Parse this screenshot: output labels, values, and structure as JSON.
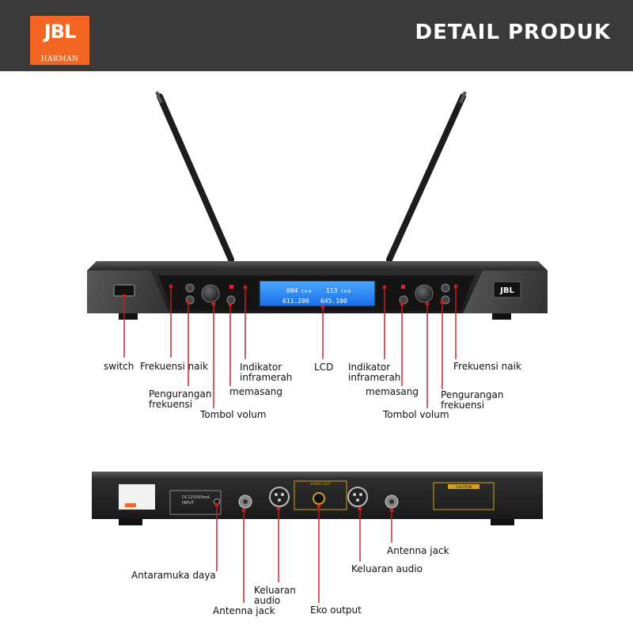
{
  "header": {
    "brand": "JBL",
    "brand_sub": "HARMAN",
    "title": "DETAIL PRODUK",
    "bg_color": "#3a3a3a",
    "logo_color": "#f26522"
  },
  "device": {
    "front_logo": "JBL",
    "lcd": {
      "ch_a_channel": "004",
      "ch_a_label": "CH-A",
      "ch_a_freq": "611.200",
      "ch_b_channel": "113",
      "ch_b_label": "CH-B",
      "ch_b_freq": "645.100"
    },
    "rear_power_text": "DC12V500mA",
    "rear_power_sub": "INPUT",
    "rear_audio_out": "AUDIO OUT",
    "rear_caution": "CAUTION"
  },
  "front_labels": {
    "switch": "switch",
    "freq_up_left": "Frekuensi naik",
    "freq_down_left": "Pengurangan\nfrekuensi",
    "volume_left": "Tombol volum",
    "set_left": "memasang",
    "ir_left": "Indikator\ninframerah",
    "lcd": "LCD",
    "ir_right": "Indikator\ninframerah",
    "set_right": "memasang",
    "volume_right": "Tombol volum",
    "freq_down_right": "Pengurangan\nfrekuensi",
    "freq_up_right": "Frekuensi naik"
  },
  "rear_labels": {
    "power": "Antaramuka daya",
    "antenna_left": "Antenna jack",
    "audio_out_left": "Keluaran\naudio",
    "echo": "Eko output",
    "audio_out_right": "Keluaran audio",
    "antenna_right": "Antenna jack"
  }
}
